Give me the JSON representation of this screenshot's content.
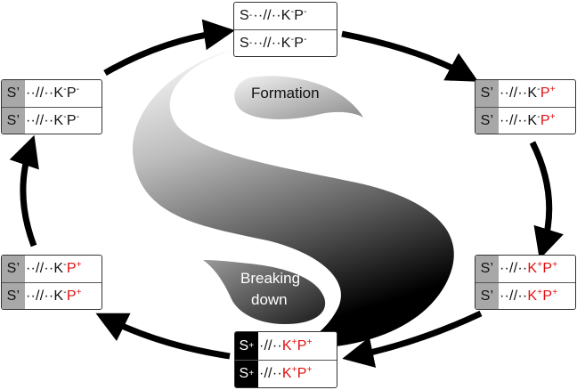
{
  "labels": {
    "formation": "Formation",
    "breaking": "Breaking",
    "down": "down"
  },
  "nodes": {
    "top": {
      "head": "S",
      "head_sup": "-",
      "rows": [
        {
          "mid": "··//··K",
          "k_sup": "-",
          "p": "P",
          "p_sup": "-"
        },
        {
          "mid": "··//··K",
          "k_sup": "-",
          "p": "P",
          "p_sup": "-"
        }
      ]
    },
    "right_top": {
      "head": "S’",
      "rows": [
        {
          "mid": "··//··K",
          "k_sup": "-",
          "p": "P",
          "p_sup": "+"
        },
        {
          "mid": "··//··K",
          "k_sup": "-",
          "p": "P",
          "p_sup": "+"
        }
      ]
    },
    "right_bottom": {
      "head": "S’",
      "rows": [
        {
          "mid": "··//··",
          "k": "K",
          "k_sup": "+",
          "p": "P",
          "p_sup": "+"
        },
        {
          "mid": "··//··",
          "k": "K",
          "k_sup": "+",
          "p": "P",
          "p_sup": "+"
        }
      ]
    },
    "bottom": {
      "head": "S",
      "head_sup": "+",
      "rows": [
        {
          "mid": "·//··",
          "k": "K",
          "k_sup": "+",
          "p": "P",
          "p_sup": "+"
        },
        {
          "mid": "·//··",
          "k": "K",
          "k_sup": "+",
          "p": "P",
          "p_sup": "+"
        }
      ]
    },
    "left_bottom": {
      "head": "S’",
      "rows": [
        {
          "mid": "··//··K",
          "k_sup": "-",
          "p": "P",
          "p_sup": "+"
        },
        {
          "mid": "··//··K",
          "k_sup": "-",
          "p": "P",
          "p_sup": "+"
        }
      ]
    },
    "left_top": {
      "head": "S’",
      "rows": [
        {
          "mid": "··//··K",
          "k_sup": "-",
          "p": "P",
          "p_sup": "-"
        },
        {
          "mid": "··//··K",
          "k_sup": "-",
          "p": "P",
          "p_sup": "-"
        }
      ]
    }
  }
}
